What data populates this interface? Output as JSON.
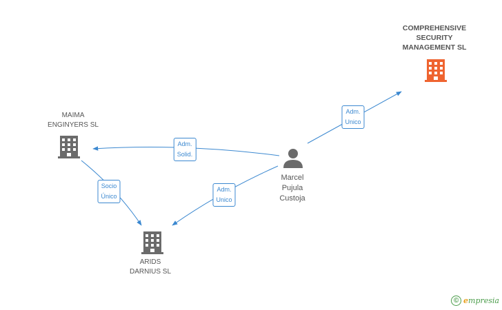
{
  "nodes": {
    "comprehensive": {
      "line1": "COMPREHENSIVE",
      "line2": "SECURITY",
      "line3": "MANAGEMENT SL",
      "color": "#ef6430"
    },
    "maima": {
      "line1": "MAIMA",
      "line2": "ENGINYERS SL",
      "color": "#6b6b6b"
    },
    "arids": {
      "line1": "ARIDS",
      "line2": "DARNIUS  SL",
      "color": "#6b6b6b"
    },
    "person": {
      "line1": "Marcel",
      "line2": "Pujula",
      "line3": "Custoja",
      "color": "#6b6b6b"
    }
  },
  "edges": {
    "to_comprehensive": {
      "line1": "Adm.",
      "line2": "Unico"
    },
    "to_maima": {
      "line1": "Adm.",
      "line2": "Solid."
    },
    "to_arids": {
      "line1": "Adm.",
      "line2": "Unico"
    },
    "maima_to_arids": {
      "line1": "Socio",
      "line2": "Único"
    }
  },
  "colors": {
    "edge": "#3b88d0"
  },
  "footer": {
    "copyright": "©",
    "brand_initial": "e",
    "brand_rest": "mpresia"
  }
}
